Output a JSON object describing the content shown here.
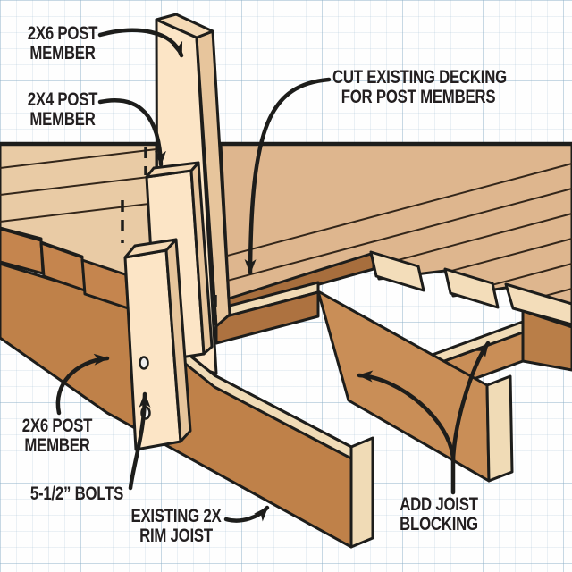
{
  "illustration": {
    "title": "Deck post framing diagram",
    "labels": {
      "post_2x6_top": {
        "line1": "2X6 POST",
        "line2": "MEMBER"
      },
      "post_2x4": {
        "line1": "2X4 POST",
        "line2": "MEMBER"
      },
      "cut_decking": {
        "line1": "CUT EXISTING DECKING",
        "line2": "FOR POST MEMBERS"
      },
      "post_2x6_bottom": {
        "line1": "2X6 POST",
        "line2": "MEMBER"
      },
      "bolts": {
        "line1": "5-1/2” BOLTS"
      },
      "rim_joist": {
        "line1": "EXISTING 2X",
        "line2": "RIM JOIST"
      },
      "blocking": {
        "line1": "ADD JOIST",
        "line2": "BLOCKING"
      }
    },
    "arrows": [
      {
        "name": "arrow-to-2x6-post-top",
        "points_to": "tall 2x6 post member"
      },
      {
        "name": "arrow-to-2x4-post",
        "points_to": "2x4 post member top"
      },
      {
        "name": "arrow-to-cut-decking",
        "points_to": "decking cut around posts"
      },
      {
        "name": "arrow-to-2x6-post-front",
        "points_to": "front 2x6 post member"
      },
      {
        "name": "arrow-to-bolts",
        "points_to": "carriage bolts in post"
      },
      {
        "name": "arrow-to-rim-joist",
        "points_to": "existing 2x rim joist"
      },
      {
        "name": "arrow-to-blocking-left",
        "points_to": "joist blocking left"
      },
      {
        "name": "arrow-to-blocking-right",
        "points_to": "joist blocking right"
      }
    ],
    "colors": {
      "deck_top_left": "#e9cba5",
      "deck_top_right": "#deb68e",
      "board_end_left": "#c5854e",
      "board_end_cream": "#f3ddba",
      "rim_face": "#bf8149",
      "cream": "#f0dbb6",
      "post_face": "#fce5c6",
      "post_side": "#e7c59c",
      "post_top": "#f4d9b5",
      "joist_face": "#c98e57",
      "blocking_dark": "#ad7240",
      "shadow_strip": "#a76e3d",
      "outline": "#1d1d1b",
      "bolt": "#ededed",
      "grid": "#8cafc8",
      "label_text": "#231f20"
    }
  }
}
